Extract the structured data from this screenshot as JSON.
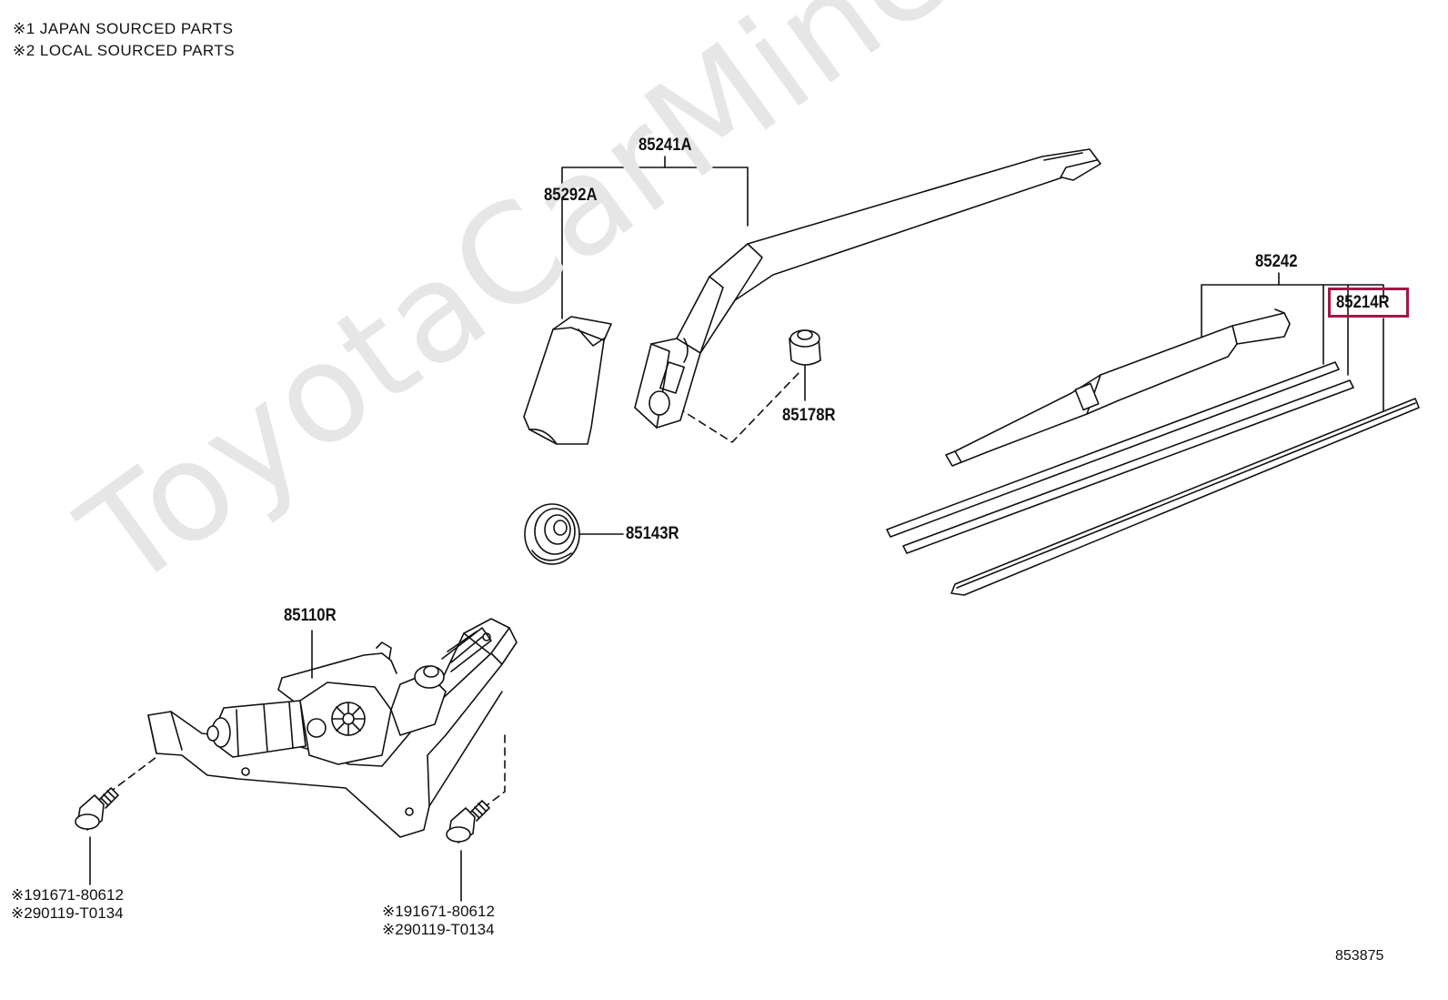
{
  "notes": {
    "line1": "※1 JAPAN SOURCED PARTS",
    "line2": "※2 LOCAL SOURCED PARTS"
  },
  "watermark": "ToyotaCarMine.ru",
  "parts": {
    "arm_assy": "85241A",
    "arm_cover": "85292A",
    "nut": "85178R",
    "grommet": "85143R",
    "motor": "85110R",
    "blade_assy": "85242",
    "blade_rubber": "85214R"
  },
  "bolts": {
    "left_line1": "※191671-80612",
    "left_line2": "※290119-T0134",
    "right_line1": "※191671-80612",
    "right_line2": "※290119-T0134"
  },
  "diagram_code": "853875",
  "highlight_color": "#a0184a"
}
